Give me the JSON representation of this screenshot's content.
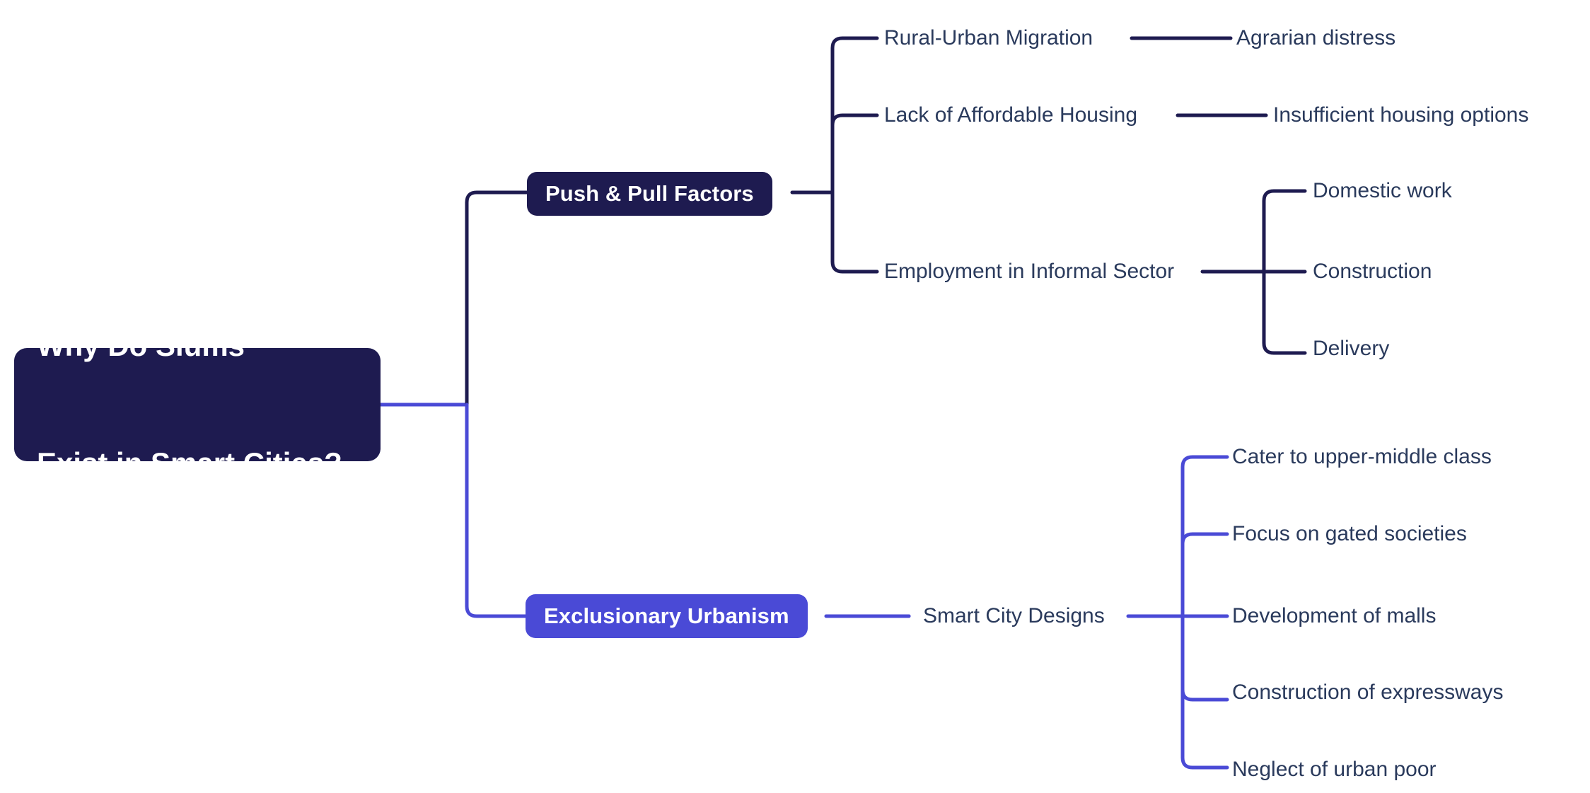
{
  "diagram": {
    "type": "mind-map",
    "title": "Why Do Slums Exist in Smart Cities?",
    "background_color": "#ffffff",
    "colors": {
      "dark_navy": "#1e1b50",
      "bright_blue": "#4a4ad6",
      "text_navy": "#2a3a5c",
      "node_text": "#ffffff"
    }
  },
  "root": {
    "line1": "Why Do Slums",
    "line2": "Exist in Smart Cities?"
  },
  "branches": [
    {
      "label": "Push & Pull Factors",
      "color": "#1e1b50",
      "children": [
        {
          "label": "Rural-Urban Migration",
          "children": [
            {
              "label": "Agrarian distress"
            }
          ]
        },
        {
          "label": "Lack of Affordable Housing",
          "children": [
            {
              "label": "Insufficient housing options"
            }
          ]
        },
        {
          "label": "Employment in Informal Sector",
          "children": [
            {
              "label": "Domestic work"
            },
            {
              "label": "Construction"
            },
            {
              "label": "Delivery"
            }
          ]
        }
      ]
    },
    {
      "label": "Exclusionary Urbanism",
      "color": "#4a4ad6",
      "children": [
        {
          "label": "Smart City Designs",
          "children": [
            {
              "label": "Cater to upper-middle class"
            },
            {
              "label": "Focus on gated societies"
            },
            {
              "label": "Development of malls"
            },
            {
              "label": "Construction of expressways"
            },
            {
              "label": "Neglect of urban poor"
            }
          ]
        }
      ]
    }
  ]
}
